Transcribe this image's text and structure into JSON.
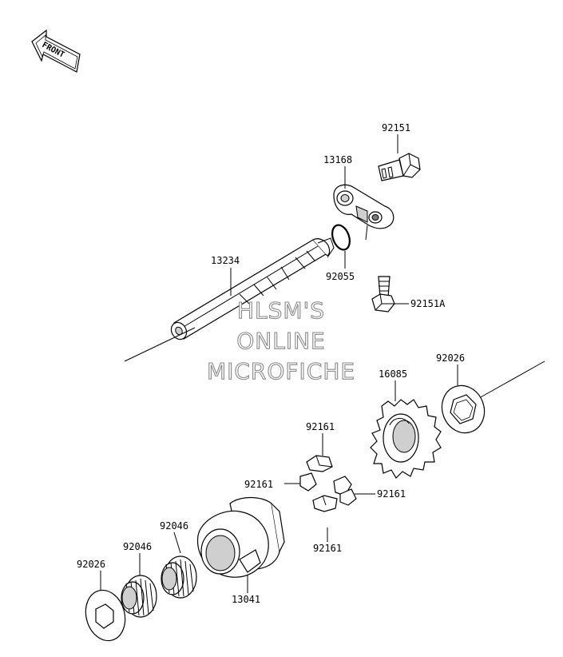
{
  "front_indicator": {
    "label": "FRONT",
    "icon": "front-arrow-icon"
  },
  "watermark": {
    "line1": "HLSM'S",
    "line2": "ONLINE",
    "line3": "MICROFICHE"
  },
  "parts": {
    "p92151": "92151",
    "p13168": "13168",
    "p13234": "13234",
    "p92055": "92055",
    "p92151A": "92151A",
    "p16085": "16085",
    "p92026_top": "92026",
    "p92161_top": "92161",
    "p92161_left": "92161",
    "p92161_right": "92161",
    "p92161_bottom": "92161",
    "p92046_upper": "92046",
    "p92046_lower": "92046",
    "p92026_bottom": "92026",
    "p13041": "13041"
  }
}
